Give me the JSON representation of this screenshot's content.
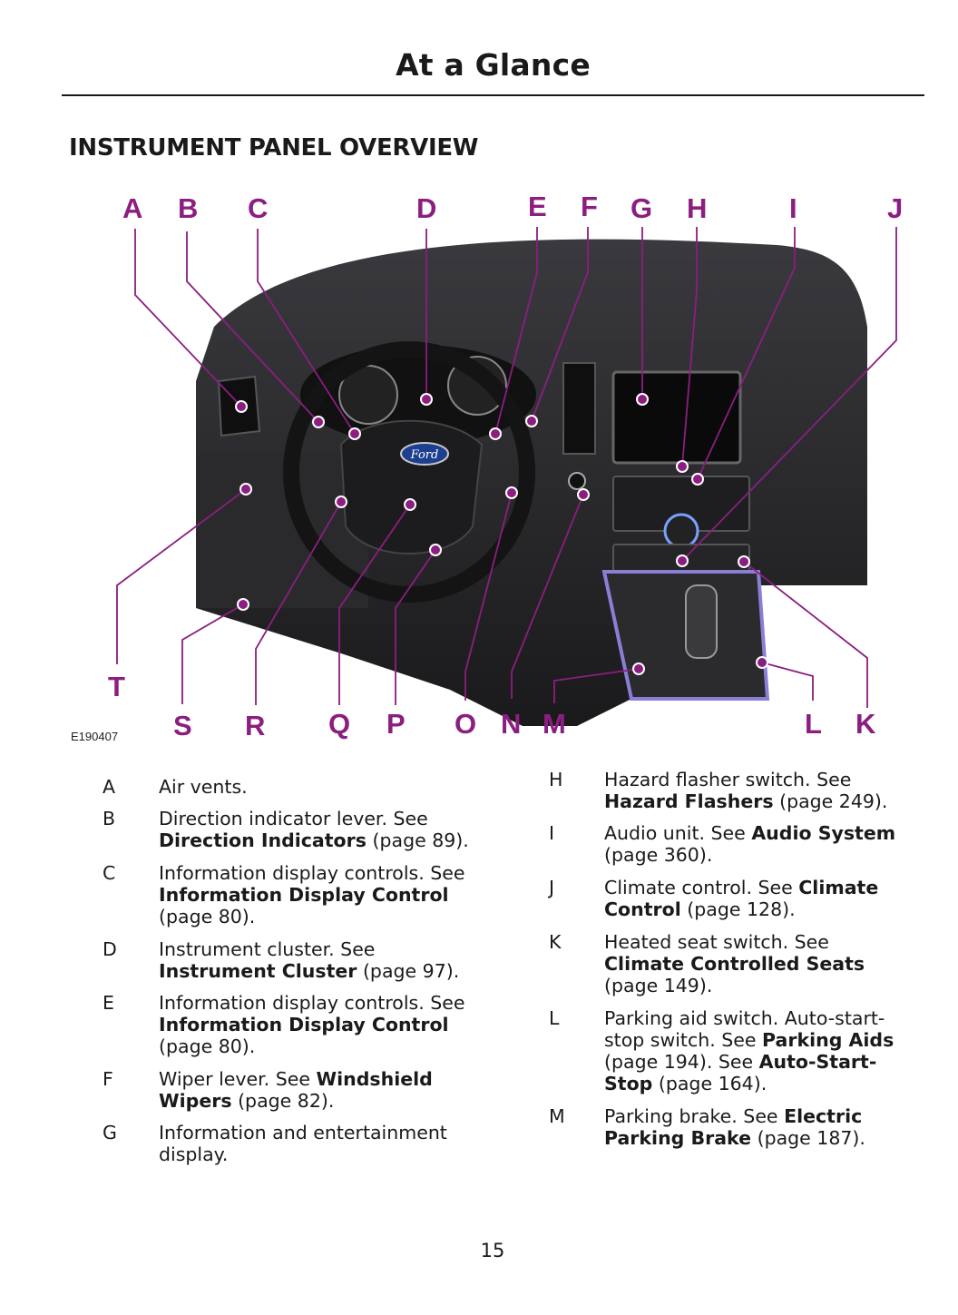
{
  "header": {
    "title": "At a Glance"
  },
  "section": {
    "title": "INSTRUMENT PANEL OVERVIEW"
  },
  "figure": {
    "code": "E190407",
    "callouts": [
      "A",
      "B",
      "C",
      "D",
      "E",
      "F",
      "G",
      "H",
      "I",
      "J",
      "K",
      "L",
      "M",
      "N",
      "O",
      "P",
      "Q",
      "R",
      "S",
      "T"
    ],
    "callout_color": "#8b1e80",
    "logo_text": "Ford"
  },
  "legend_left": [
    {
      "key": "A",
      "text": "Air vents.",
      "bold": "",
      "page": ""
    },
    {
      "key": "B",
      "text": "Direction indicator lever. See",
      "bold": "Direction Indicators",
      "page": "(page 89)."
    },
    {
      "key": "C",
      "text": "Information display controls. See",
      "bold": "Information Display Control",
      "page": "(page 80)."
    },
    {
      "key": "D",
      "text": "Instrument cluster. See",
      "bold": "Instrument Cluster",
      "page": "(page 97)."
    },
    {
      "key": "E",
      "text": "Information display controls. See",
      "bold": "Information Display Control",
      "page": "(page 80)."
    },
    {
      "key": "F",
      "text": "Wiper lever. See",
      "bold": "Windshield Wipers",
      "page": "(page 82)."
    },
    {
      "key": "G",
      "text": "Information and entertainment display.",
      "bold": "",
      "page": ""
    }
  ],
  "legend_right": [
    {
      "key": "H",
      "text": "Hazard flasher switch. See",
      "bold": "Hazard Flashers",
      "page": "(page 249)."
    },
    {
      "key": "I",
      "text": "Audio unit. See",
      "bold": "Audio System",
      "page": "(page 360)."
    },
    {
      "key": "J",
      "text": "Climate control. See",
      "bold": "Climate Control",
      "page": "(page 128)."
    },
    {
      "key": "K",
      "text": "Heated seat switch.  See",
      "bold": "Climate Controlled Seats",
      "page": "(page 149)."
    },
    {
      "key": "L",
      "text": "Parking aid switch. Auto-start-stop switch.  See",
      "bold": "Parking Aids",
      "page": "(page 194).  See",
      "bold2": "Auto-Start-Stop",
      "page2": "(page 164)."
    },
    {
      "key": "M",
      "text": "Parking brake.  See",
      "bold": "Electric Parking Brake",
      "page": "(page 187)."
    }
  ],
  "footer": {
    "page_number": "15"
  }
}
